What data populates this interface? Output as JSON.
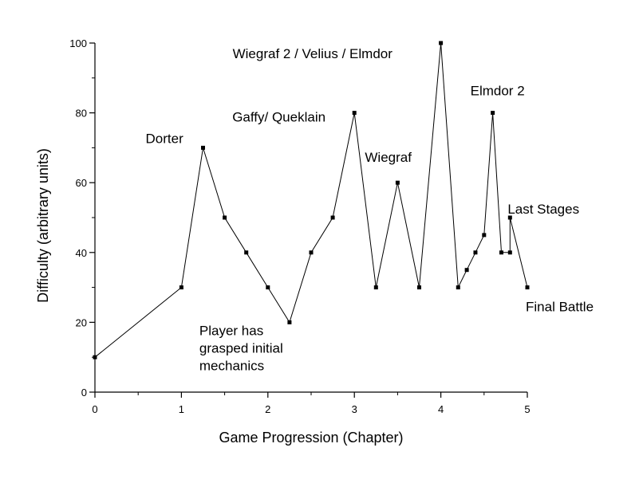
{
  "chart_data": {
    "type": "line",
    "xlabel": "Game Progression (Chapter)",
    "ylabel": "Difficulty (arbitrary units)",
    "xlim": [
      0,
      5
    ],
    "ylim": [
      0,
      100
    ],
    "x_ticks": [
      0,
      1,
      2,
      3,
      4,
      5
    ],
    "y_ticks": [
      0,
      20,
      40,
      60,
      80,
      100
    ],
    "grid": false,
    "legend": "none",
    "line_color": "#000000",
    "marker": "square",
    "series": [
      {
        "x": [
          0,
          1,
          1.25,
          1.5,
          1.75,
          2,
          2.25,
          2.5,
          2.75,
          3,
          3.25,
          3.5,
          3.75,
          4,
          4.2,
          4.3,
          4.4,
          4.5,
          4.6,
          4.7,
          4.8,
          4.8,
          5
        ],
        "y": [
          10,
          30,
          70,
          50,
          40,
          30,
          20,
          40,
          50,
          80,
          30,
          60,
          30,
          100,
          30,
          35,
          40,
          45,
          80,
          40,
          40,
          50,
          30
        ]
      }
    ],
    "annotations": [
      {
        "lines": [
          "Dorter"
        ],
        "x": 1.25,
        "y": 70
      },
      {
        "lines": [
          "Player has",
          "grasped initial",
          "mechanics"
        ],
        "x": 2.25,
        "y": 20
      },
      {
        "lines": [
          "Gaffy/ Queklain"
        ],
        "x": 3,
        "y": 80
      },
      {
        "lines": [
          "Wiegraf"
        ],
        "x": 3.5,
        "y": 60
      },
      {
        "lines": [
          "Wiegraf 2 / Velius / Elmdor"
        ],
        "x": 4,
        "y": 100
      },
      {
        "lines": [
          "Elmdor 2"
        ],
        "x": 4.6,
        "y": 80
      },
      {
        "lines": [
          "Last Stages"
        ],
        "x": 4.8,
        "y": 50
      },
      {
        "lines": [
          "Final Battle"
        ],
        "x": 5,
        "y": 30
      }
    ]
  }
}
